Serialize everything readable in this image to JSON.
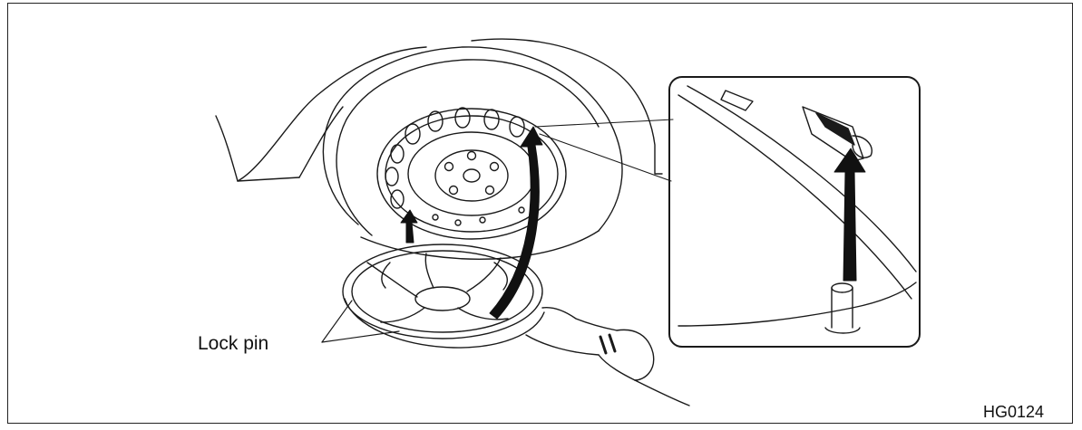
{
  "callouts": {
    "lock_pin": "Lock pin"
  },
  "figure_code": "HG0124",
  "icons": {
    "wheel": "steel-wheel-illustration",
    "cover": "wheel-cover-illustration",
    "detail": "lock-pin-detail-inset",
    "arrow": "install-direction-arrow"
  }
}
